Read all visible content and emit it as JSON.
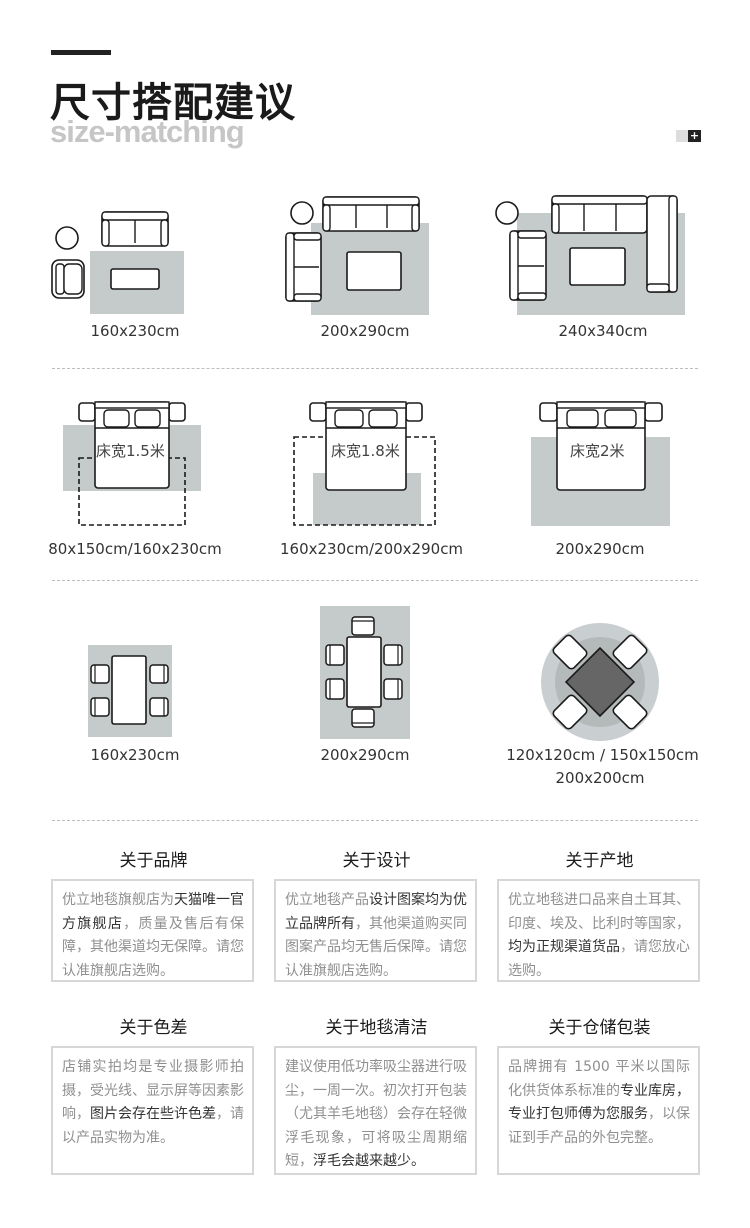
{
  "header": {
    "title": "尺寸搭配建议",
    "subtitle": "size-matching",
    "corner_icon": "plus-icon"
  },
  "diagrams": {
    "sofa_sizes": [
      "160x230cm",
      "200x290cm",
      "240x340cm"
    ],
    "bed_sizes": [
      "80x150cm/160x230cm",
      "160x230cm/200x290cm",
      "200x290cm"
    ],
    "bed_labels": [
      "床宽1.5米",
      "床宽1.8米",
      "床宽2米"
    ],
    "dining_sizes": [
      "160x230cm",
      "200x290cm",
      "120x120cm / 150x150cm",
      "200x200cm"
    ]
  },
  "info_sections": [
    {
      "title": "关于品牌",
      "parts": [
        {
          "t": "优立地毯旗舰店为",
          "hl": false
        },
        {
          "t": "天猫唯一官方旗舰店",
          "hl": true
        },
        {
          "t": "，质量及售后有保障，其他渠道均无保障。请您认准旗舰店选购。",
          "hl": false
        }
      ]
    },
    {
      "title": "关于设计",
      "parts": [
        {
          "t": "优立地毯产品",
          "hl": false
        },
        {
          "t": "设计图案均为优立品牌所有",
          "hl": true
        },
        {
          "t": "，其他渠道购买同图案产品均无售后保障。请您认准旗舰店选购。",
          "hl": false
        }
      ]
    },
    {
      "title": "关于产地",
      "parts": [
        {
          "t": "优立地毯进口品来自土耳其、印度、埃及、比利时等国家，",
          "hl": false
        },
        {
          "t": "均为正规渠道货品",
          "hl": true
        },
        {
          "t": "，请您放心选购。",
          "hl": false
        }
      ]
    },
    {
      "title": "关于色差",
      "parts": [
        {
          "t": "店铺实拍均是专业摄影师拍摄，受光线、显示屏等因素影响，",
          "hl": false
        },
        {
          "t": "图片会存在些许色差",
          "hl": true
        },
        {
          "t": "，请以产品实物为准。",
          "hl": false
        }
      ]
    },
    {
      "title": "关于地毯清洁",
      "parts": [
        {
          "t": "建议使用低功率吸尘器进行吸尘，一周一次。初次打开包装（尤其羊毛地毯）会存在轻微浮毛现象，可将吸尘周期缩短，",
          "hl": false
        },
        {
          "t": "浮毛会越来越少。",
          "hl": true
        }
      ]
    },
    {
      "title": "关于仓储包装",
      "parts": [
        {
          "t": "品牌拥有 1500 平米以国际化供货体系标准的",
          "hl": false
        },
        {
          "t": "专业库房，专业打包师傅为您服务",
          "hl": true
        },
        {
          "t": "，以保证到手产品的外包完整。",
          "hl": false
        }
      ]
    }
  ],
  "colors": {
    "rug": "#c5cbca",
    "rug_dark": "#c9ced0",
    "outline": "#1a1a1a",
    "dashed_divider": "#bdbdbd",
    "box_border": "#d7d7d7",
    "muted_text": "#8f8f8f"
  }
}
